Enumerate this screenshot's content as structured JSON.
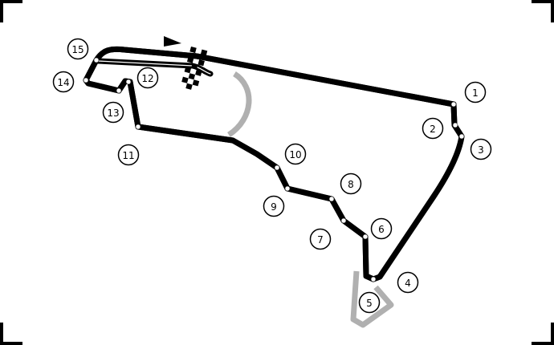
{
  "track": {
    "colors": {
      "track": "#000000",
      "centerline": "#ffffff",
      "runoff": "#b0b0b0"
    },
    "corners": [
      {
        "label": "1"
      },
      {
        "label": "2"
      },
      {
        "label": "3"
      },
      {
        "label": "4"
      },
      {
        "label": "5"
      },
      {
        "label": "6"
      },
      {
        "label": "7"
      },
      {
        "label": "8"
      },
      {
        "label": "9"
      },
      {
        "label": "10"
      },
      {
        "label": "11"
      },
      {
        "label": "12"
      },
      {
        "label": "13"
      },
      {
        "label": "14"
      },
      {
        "label": "15"
      }
    ],
    "icons": [
      "start-direction-arrow-icon",
      "checkered-flag-icon",
      "corner-bracket-icon"
    ]
  }
}
